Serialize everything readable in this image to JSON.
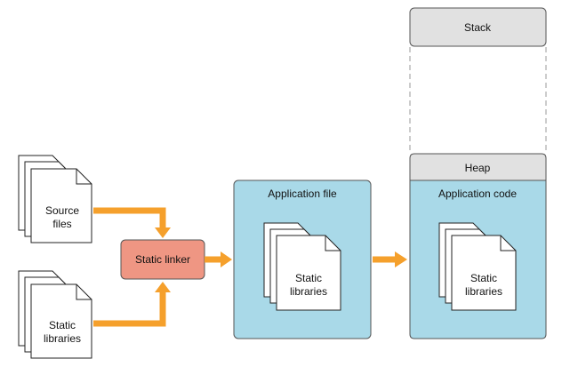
{
  "source_files": {
    "line1": "Source",
    "line2": "files"
  },
  "input_static_libraries": {
    "line1": "Static",
    "line2": "libraries"
  },
  "static_linker": {
    "label": "Static linker"
  },
  "application_file": {
    "title": "Application file",
    "contents": {
      "line1": "Static",
      "line2": "libraries"
    }
  },
  "memory": {
    "stack": {
      "label": "Stack"
    },
    "heap": {
      "label": "Heap"
    },
    "application_code": {
      "title": "Application code",
      "contents": {
        "line1": "Static",
        "line2": "libraries"
      }
    }
  },
  "colors": {
    "arrow": "#f5a02c",
    "linker_fill": "#ef9683",
    "container_fill": "#a9d9e8",
    "memory_region_fill": "#e1e1e1",
    "document_stroke": "#222222"
  }
}
